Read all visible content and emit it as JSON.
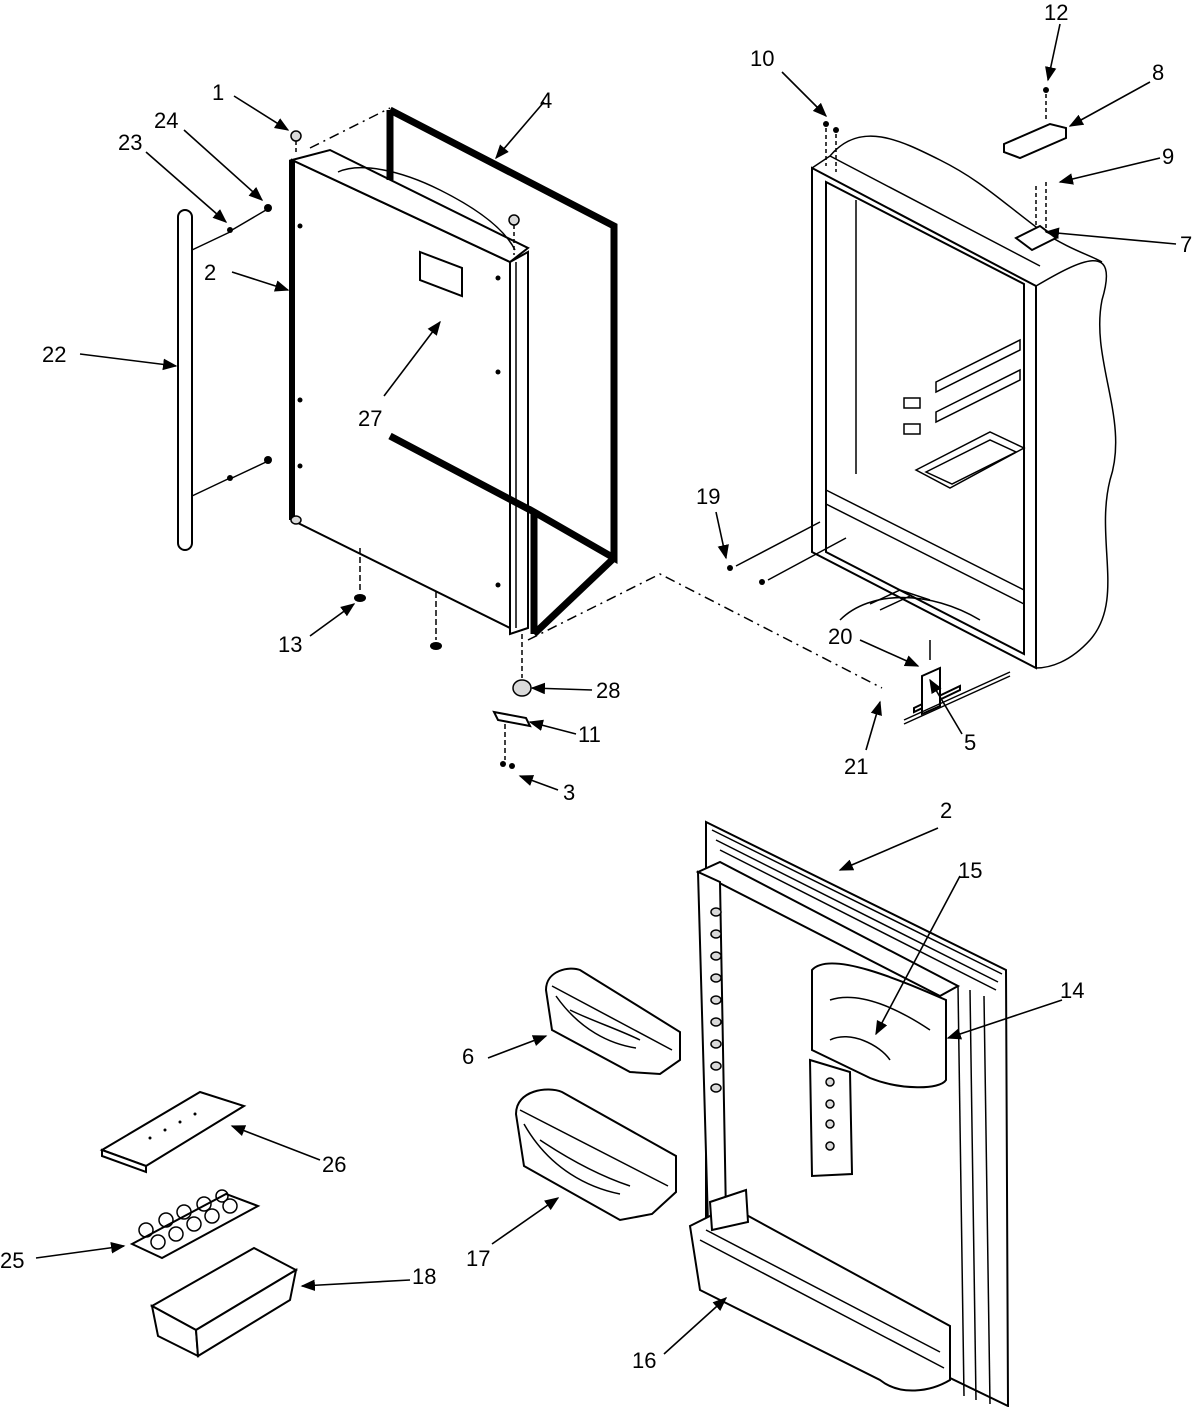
{
  "callouts": [
    {
      "id": "c1",
      "label": "1"
    },
    {
      "id": "c2a",
      "label": "2"
    },
    {
      "id": "c2b",
      "label": "2"
    },
    {
      "id": "c3",
      "label": "3"
    },
    {
      "id": "c4",
      "label": "4"
    },
    {
      "id": "c5",
      "label": "5"
    },
    {
      "id": "c6",
      "label": "6"
    },
    {
      "id": "c7",
      "label": "7"
    },
    {
      "id": "c8",
      "label": "8"
    },
    {
      "id": "c9",
      "label": "9"
    },
    {
      "id": "c10",
      "label": "10"
    },
    {
      "id": "c11",
      "label": "11"
    },
    {
      "id": "c12",
      "label": "12"
    },
    {
      "id": "c13",
      "label": "13"
    },
    {
      "id": "c14",
      "label": "14"
    },
    {
      "id": "c15",
      "label": "15"
    },
    {
      "id": "c16",
      "label": "16"
    },
    {
      "id": "c17",
      "label": "17"
    },
    {
      "id": "c18",
      "label": "18"
    },
    {
      "id": "c19",
      "label": "19"
    },
    {
      "id": "c20",
      "label": "20"
    },
    {
      "id": "c21",
      "label": "21"
    },
    {
      "id": "c22",
      "label": "22"
    },
    {
      "id": "c23",
      "label": "23"
    },
    {
      "id": "c24",
      "label": "24"
    },
    {
      "id": "c25",
      "label": "25"
    },
    {
      "id": "c26",
      "label": "26"
    },
    {
      "id": "c27",
      "label": "27"
    },
    {
      "id": "c28",
      "label": "28"
    }
  ]
}
